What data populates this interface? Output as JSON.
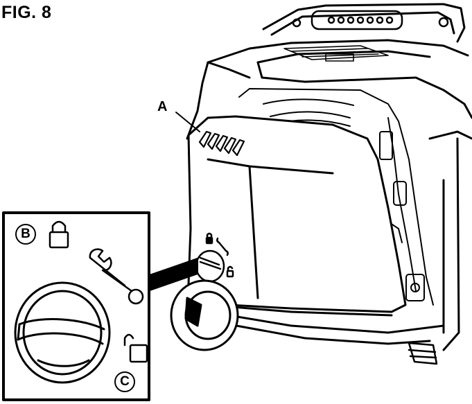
{
  "figure": {
    "title": "FIG. 8",
    "labels": {
      "a": "A",
      "b": "B",
      "c": "C"
    }
  },
  "icons": [
    "lock-closed-icon",
    "wrench-icon",
    "lock-open-icon"
  ],
  "colors": {
    "line": "#000000",
    "background": "#ffffff"
  }
}
